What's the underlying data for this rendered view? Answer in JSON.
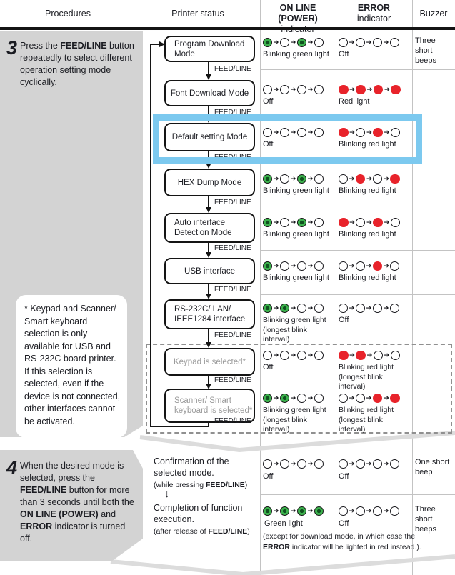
{
  "header": {
    "procedures": "Procedures",
    "printer_status": "Printer status",
    "online_line1": "ON LINE (POWER)",
    "online_line2": "indicator",
    "error_line1": "ERROR",
    "error_line2": "indicator",
    "buzzer": "Buzzer"
  },
  "steps": {
    "step3": {
      "num": "3",
      "p1": "Press the  ",
      "b1": "FEED/LINE",
      "p2": " button repeatedly to select different operation setting mode cyclically."
    },
    "step4": {
      "num": "4",
      "p1": "When the desired mode is selected, press the ",
      "b1": "FEED/LINE",
      "p2": " button for more than 3 seconds until both the  ",
      "b2": "ON LINE (POWER)",
      "p3": " and ",
      "b3": "ERROR",
      "p4": " indicator is turned off."
    }
  },
  "note": "* Keypad and Scanner/ Smart keyboard selection is only available for USB and RS-232C board printer. If this selection is selected, even if the device is not connected, other interfaces cannot be activated.",
  "flow": {
    "connector_label": "FEED/LINE",
    "modes": [
      "Program Download Mode",
      "Font Download Mode",
      "Default setting Mode",
      "HEX Dump Mode",
      "Auto interface Detection Mode",
      "USB interface",
      "RS-232C/ LAN/ IEEE1284 interface",
      "Keypad is selected*",
      "Scanner/ Smart keyboard is selected*"
    ]
  },
  "rows": [
    {
      "online_pattern": [
        "green",
        "off",
        "green",
        "off"
      ],
      "online_label": "Blinking green light",
      "error_pattern": [
        "off",
        "off",
        "off",
        "off"
      ],
      "error_label": "Off",
      "buzzer": "Three short beeps"
    },
    {
      "online_pattern": [
        "off",
        "off",
        "off",
        "off"
      ],
      "online_label": "Off",
      "error_pattern": [
        "red",
        "red",
        "red",
        "red"
      ],
      "error_label": "Red light",
      "buzzer": ""
    },
    {
      "online_pattern": [
        "off",
        "off",
        "off",
        "off"
      ],
      "online_label": "Off",
      "error_pattern": [
        "red",
        "off",
        "red",
        "off"
      ],
      "error_label": "Blinking red light",
      "buzzer": ""
    },
    {
      "online_pattern": [
        "green",
        "off",
        "green",
        "off"
      ],
      "online_label": "Blinking green light",
      "error_pattern": [
        "off",
        "red",
        "off",
        "red"
      ],
      "error_label": "Blinking red light",
      "buzzer": ""
    },
    {
      "online_pattern": [
        "green",
        "off",
        "green",
        "off"
      ],
      "online_label": "Blinking green light",
      "error_pattern": [
        "red",
        "off",
        "red",
        "off"
      ],
      "error_label": "Blinking red light",
      "buzzer": ""
    },
    {
      "online_pattern": [
        "green",
        "off",
        "off",
        "off"
      ],
      "online_label": "Blinking green light",
      "error_pattern": [
        "off",
        "off",
        "red",
        "off"
      ],
      "error_label": "Blinking red light",
      "buzzer": ""
    },
    {
      "online_pattern": [
        "green",
        "green",
        "off",
        "off"
      ],
      "online_label": "Blinking green light (longest blink interval)",
      "error_pattern": [
        "off",
        "off",
        "off",
        "off"
      ],
      "error_label": "Off",
      "buzzer": ""
    },
    {
      "online_pattern": [
        "off",
        "off",
        "off",
        "off"
      ],
      "online_label": "Off",
      "error_pattern": [
        "red",
        "red",
        "off",
        "off"
      ],
      "error_label": "Blinking red light (longest blink interval)",
      "buzzer": ""
    },
    {
      "online_pattern": [
        "green",
        "green",
        "off",
        "off"
      ],
      "online_label": "Blinking green light (longest blink interval)",
      "error_pattern": [
        "off",
        "off",
        "red",
        "red"
      ],
      "error_label": "Blinking red light (longest blink interval)",
      "buzzer": ""
    }
  ],
  "step4_rows": [
    {
      "status_main": "Confirmation of the selected mode.",
      "sub_pre": "(while pressing ",
      "sub_bold": "FEED/LINE",
      "sub_post": ")",
      "online_pattern": [
        "off",
        "off",
        "off",
        "off"
      ],
      "online_label": "Off",
      "error_pattern": [
        "off",
        "off",
        "off",
        "off"
      ],
      "error_label": "Off",
      "buzzer": "One short beep"
    },
    {
      "status_main": "Completion of function execution.",
      "sub_pre": "(after release of ",
      "sub_bold": "FEED/LINE",
      "sub_post": ")",
      "online_pattern": [
        "green",
        "green",
        "green",
        "green"
      ],
      "online_label": "Green light",
      "error_pattern": [
        "off",
        "off",
        "off",
        "off"
      ],
      "error_label": "Off",
      "buzzer": "Three short beeps"
    }
  ],
  "between_arrow": "↓",
  "footnote": {
    "p1": "(except for download mode, in which case the ",
    "b1": "ERROR",
    "p2": " indicator will be lighted in red instead.)."
  },
  "colors": {
    "highlight": "#7cc9ef",
    "green": "#3cb24d",
    "red": "#e8232b",
    "panel_gray": "#d3d3d3"
  }
}
